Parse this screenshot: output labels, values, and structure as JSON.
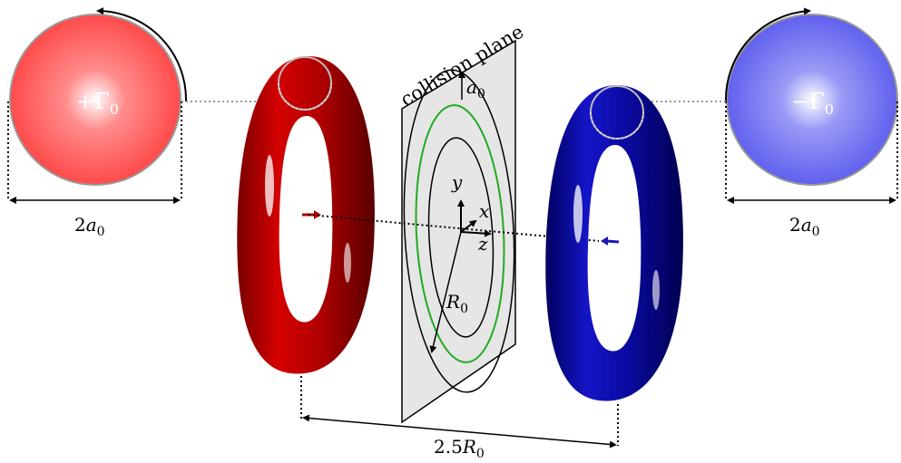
{
  "diagram": {
    "plane_label": "collision plane",
    "left_core_label": "+Γ",
    "left_core_sub": "0",
    "right_core_label": "−Γ",
    "right_core_sub": "0",
    "left_width_num": "2",
    "left_width_var": "a",
    "left_width_sub": "0",
    "right_width_num": "2",
    "right_width_var": "a",
    "right_width_sub": "0",
    "core_radius_var": "a",
    "core_radius_sub": "0",
    "ring_radius_var": "R",
    "ring_radius_sub": "0",
    "axis_x": "x",
    "axis_y": "y",
    "axis_z": "z",
    "separation_num": "2.5",
    "separation_var": "R",
    "separation_sub": "0",
    "colors": {
      "left_ring": "#b00000",
      "right_ring": "#0a0aa0",
      "left_core": "#ff5555",
      "right_core": "#6f6ff0",
      "plane": "#e6e6e6",
      "core_circle": "#22aa22"
    }
  }
}
